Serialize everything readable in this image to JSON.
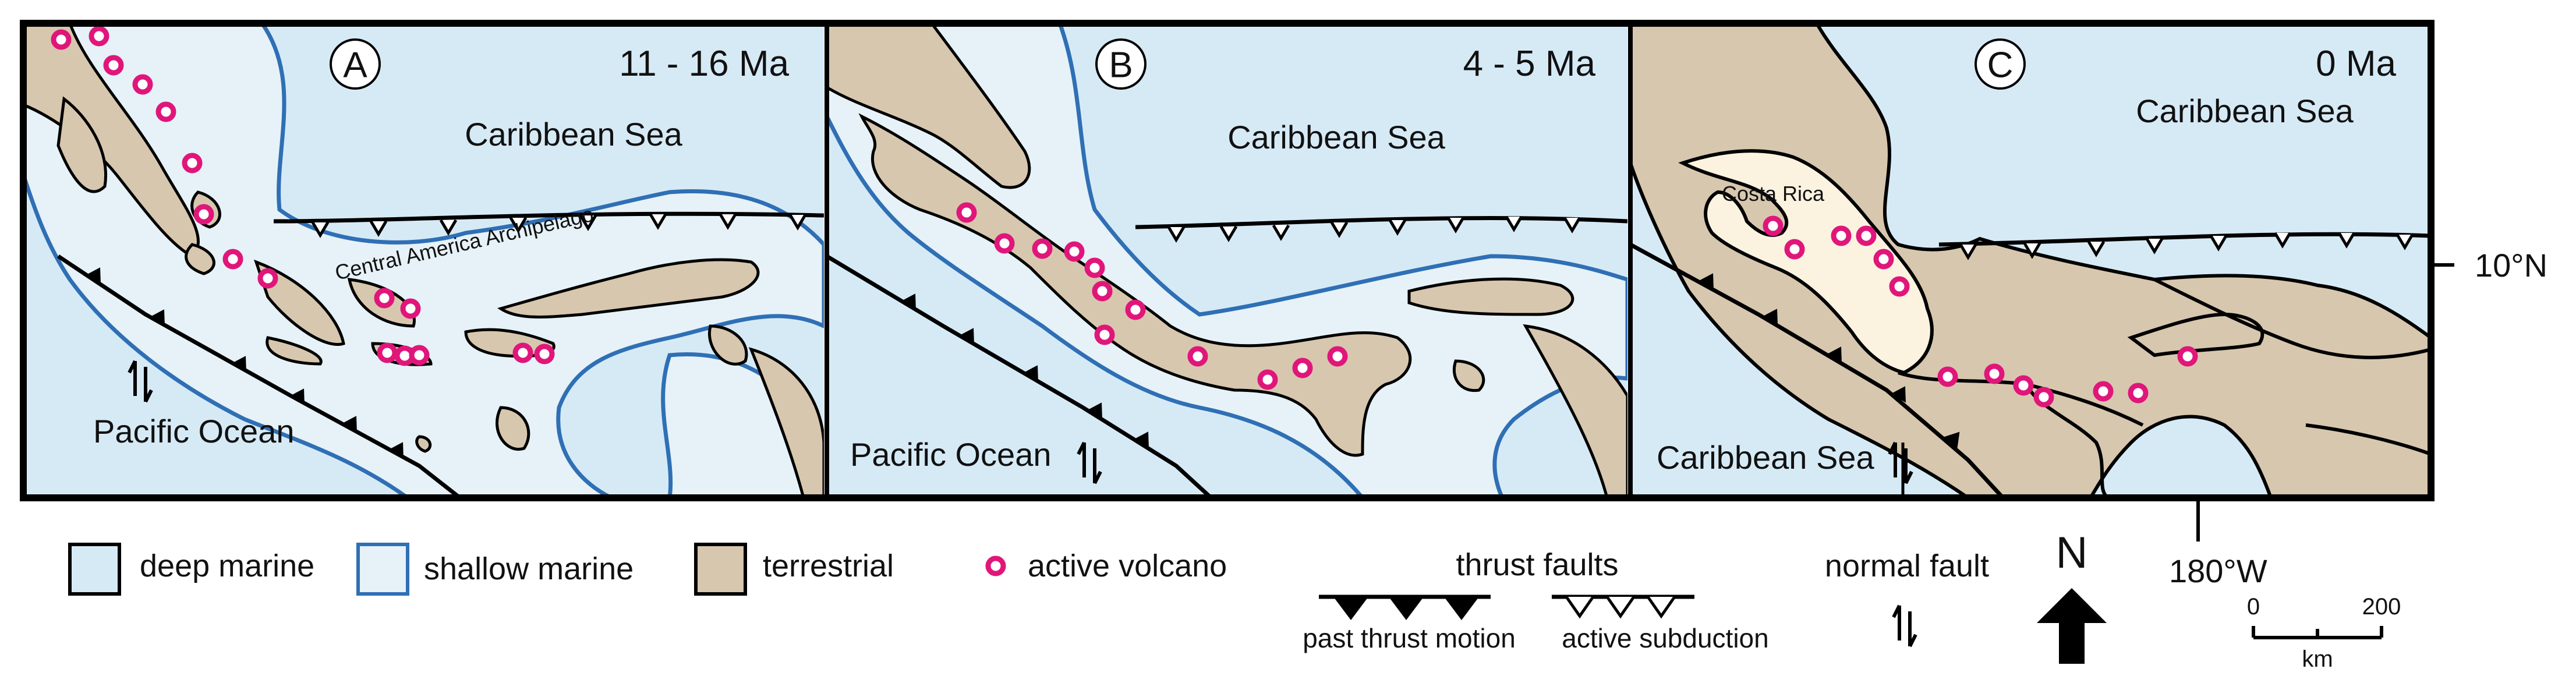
{
  "panels": [
    {
      "letter": "A",
      "age": "11 - 16 Ma",
      "caribbean": "Caribbean Sea",
      "pacific": "Pacific Ocean",
      "archipelago": "Central America Archipelago"
    },
    {
      "letter": "B",
      "age": "4 - 5 Ma",
      "caribbean": "Caribbean Sea",
      "pacific": "Pacific Ocean"
    },
    {
      "letter": "C",
      "age": "0 Ma",
      "caribbean": "Caribbean Sea",
      "pacific_side": "Caribbean Sea",
      "country": "Costa Rica"
    }
  ],
  "axes": {
    "latitude": "10°N",
    "longitude": "180°W"
  },
  "legend": {
    "deep_marine": "deep marine",
    "shallow_marine": "shallow marine",
    "terrestrial": "terrestrial",
    "active_volcano": "active volcano",
    "thrust_faults": "thrust faults",
    "past_thrust": "past thrust motion",
    "active_subduction": "active subduction",
    "normal_fault": "normal fault",
    "north": "N"
  },
  "scale": {
    "start": "0",
    "end": "200",
    "unit": "km"
  },
  "colors": {
    "deep_marine": "#d6eaf6",
    "shallow_marine": "#e6f2f7",
    "terrestrial": "#d7c7ae",
    "costa_rica": "#fbf3e0",
    "shallow_border": "#2f6fb5",
    "volcano": "#e0167a",
    "frame": "#000000"
  }
}
